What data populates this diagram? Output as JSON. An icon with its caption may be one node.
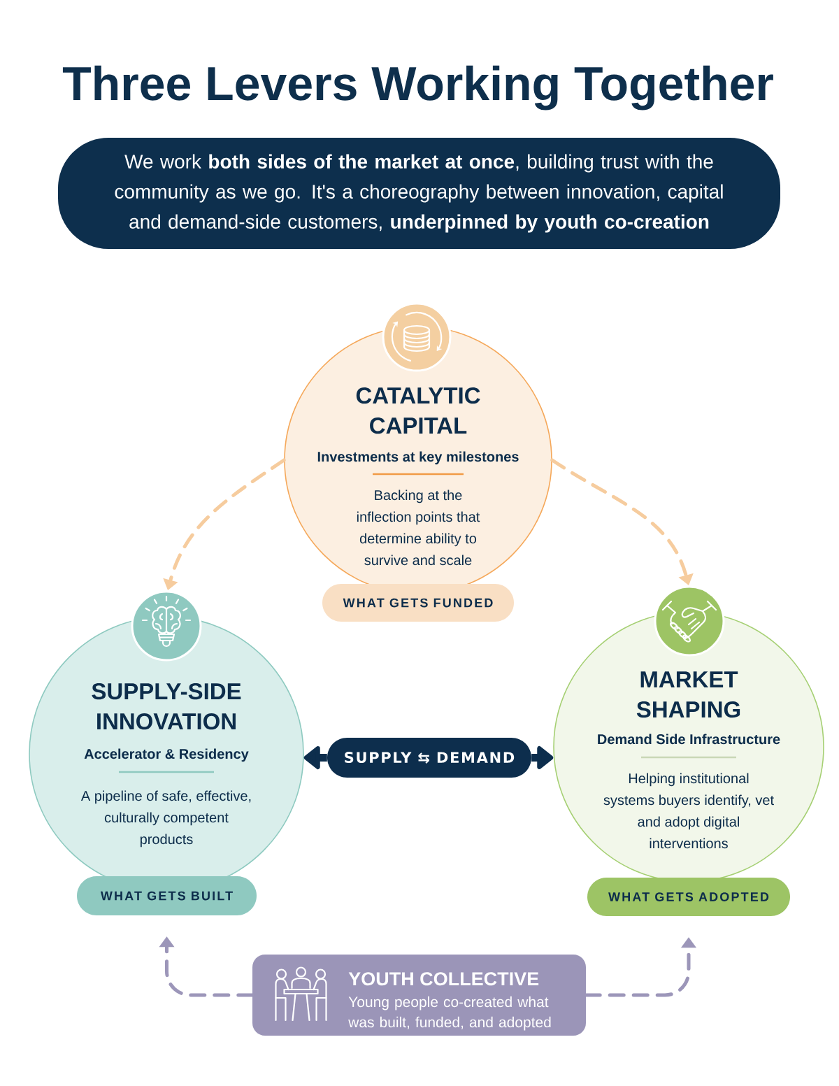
{
  "diagram": {
    "title": "Three Levers Working Together",
    "nodes": [
      {
        "text": [
          "We work **both sides of the market at once**, building trust with the community as we go. It's a choreography between innovation, capital and demand-side customers, **underpinned by youth co-creation**"
        ]
      },
      {
        "text": [
          "CATALYTIC CAPITAL",
          "Investments at key milestones",
          "Backing at the inflection points that determine ability to survive and scale"
        ]
      },
      {
        "text": [
          "WHAT GETS FUNDED"
        ]
      },
      {
        "text": [
          "SUPPLY-SIDE INNOVATION",
          "Accelerator & Residency",
          "A pipeline of safe, effective, culturally competent products"
        ]
      },
      {
        "text": [
          "WHAT GETS BUILT"
        ]
      },
      {
        "text": [
          "SUPPLY ⇆ DEMAND"
        ]
      },
      {
        "text": [
          "MARKET SHAPING",
          "Demand Side Infrastructure",
          "Helping institutional systems buyers identify, vet and adopt digital interventions"
        ]
      },
      {
        "text": [
          "WHAT GETS ADOPTED"
        ]
      },
      {
        "text": [
          "YOUTH COLLECTIVE",
          "Young people co-created what was built, funded, and adopted"
        ]
      }
    ],
    "edges": [
      {
        "from": 1,
        "to": 3,
        "arrow": "to",
        "style": "dashed",
        "color": "#f6cc9e"
      },
      {
        "from": 1,
        "to": 6,
        "arrow": "to",
        "style": "dashed",
        "color": "#f6cc9e"
      },
      {
        "from": 5,
        "to": 3,
        "arrow": "to",
        "style": "thick",
        "color": "#0d2e4d"
      },
      {
        "from": 5,
        "to": 6,
        "arrow": "to",
        "style": "thick",
        "color": "#0d2e4d"
      },
      {
        "from": 8,
        "to": 4,
        "arrow": "to",
        "style": "dashed",
        "color": "#9c96b9"
      },
      {
        "from": 8,
        "to": 7,
        "arrow": "to",
        "style": "dashed",
        "color": "#9c96b9"
      }
    ]
  }
}
